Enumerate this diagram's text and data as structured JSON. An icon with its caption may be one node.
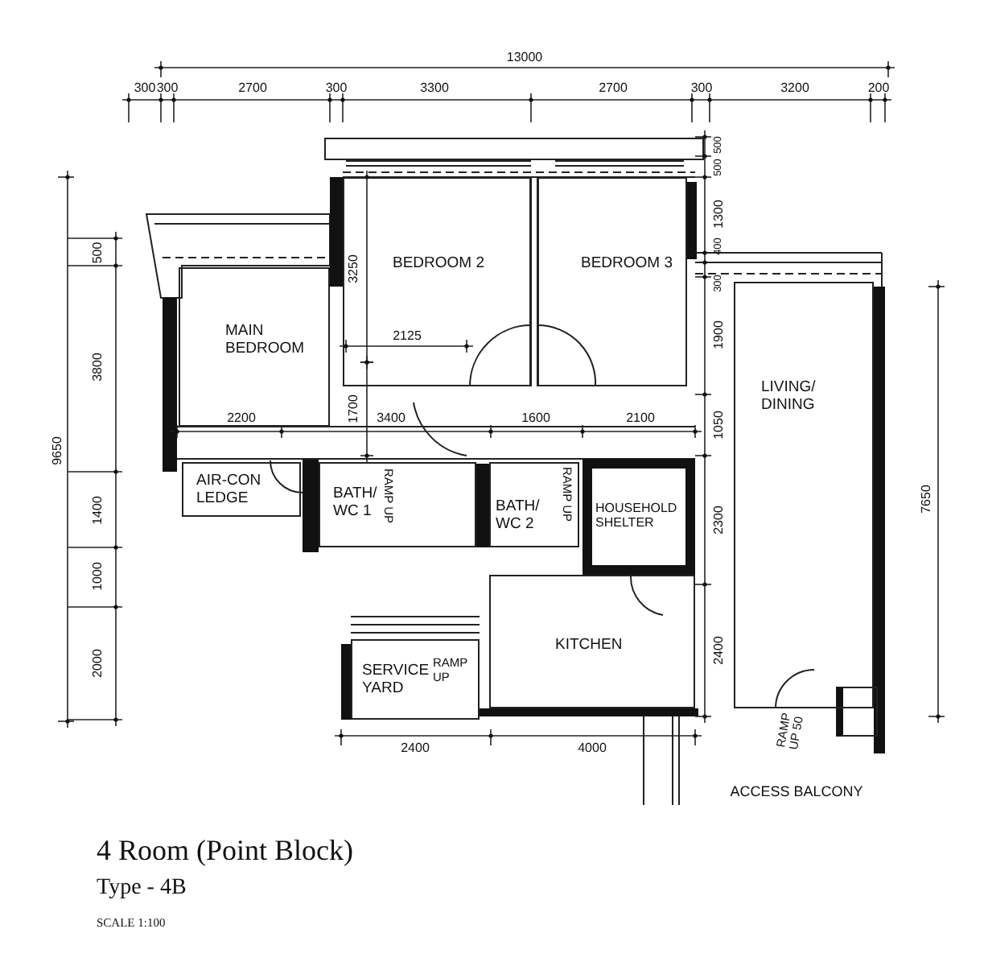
{
  "diagram": {
    "title": "4 Room (Point Block)",
    "nodes": [
      {
        "text": [
          "MAIN BEDROOM"
        ]
      },
      {
        "text": [
          "BEDROOM 2"
        ]
      },
      {
        "text": [
          "BEDROOM 3"
        ]
      },
      {
        "text": [
          "LIVING/ DINING"
        ]
      },
      {
        "text": [
          "AIR-CON LEDGE"
        ]
      },
      {
        "text": [
          "BATH/ WC 1",
          "RAMP UP"
        ]
      },
      {
        "text": [
          "BATH/ WC 2",
          "RAMP UP"
        ]
      },
      {
        "text": [
          "HOUSEHOLD SHELTER"
        ]
      },
      {
        "text": [
          "KITCHEN"
        ]
      },
      {
        "text": [
          "SERVICE YARD",
          "RAMP UP"
        ]
      }
    ],
    "labels": [
      "13000",
      "300",
      "300",
      "2700",
      "300",
      "3300",
      "2700",
      "300",
      "3200",
      "200",
      "500",
      "500",
      "500",
      "3800",
      "9650",
      "1400",
      "1000",
      "2000",
      "3250",
      "2125",
      "1700",
      "2200",
      "3400",
      "1600",
      "2100",
      "1300",
      "400",
      "300",
      "1900",
      "1050",
      "2300",
      "2400",
      "7650",
      "2400",
      "4000",
      "RAMP UP 50",
      "ACCESS BALCONY",
      "Type - 4B",
      "SCALE 1:100"
    ]
  }
}
